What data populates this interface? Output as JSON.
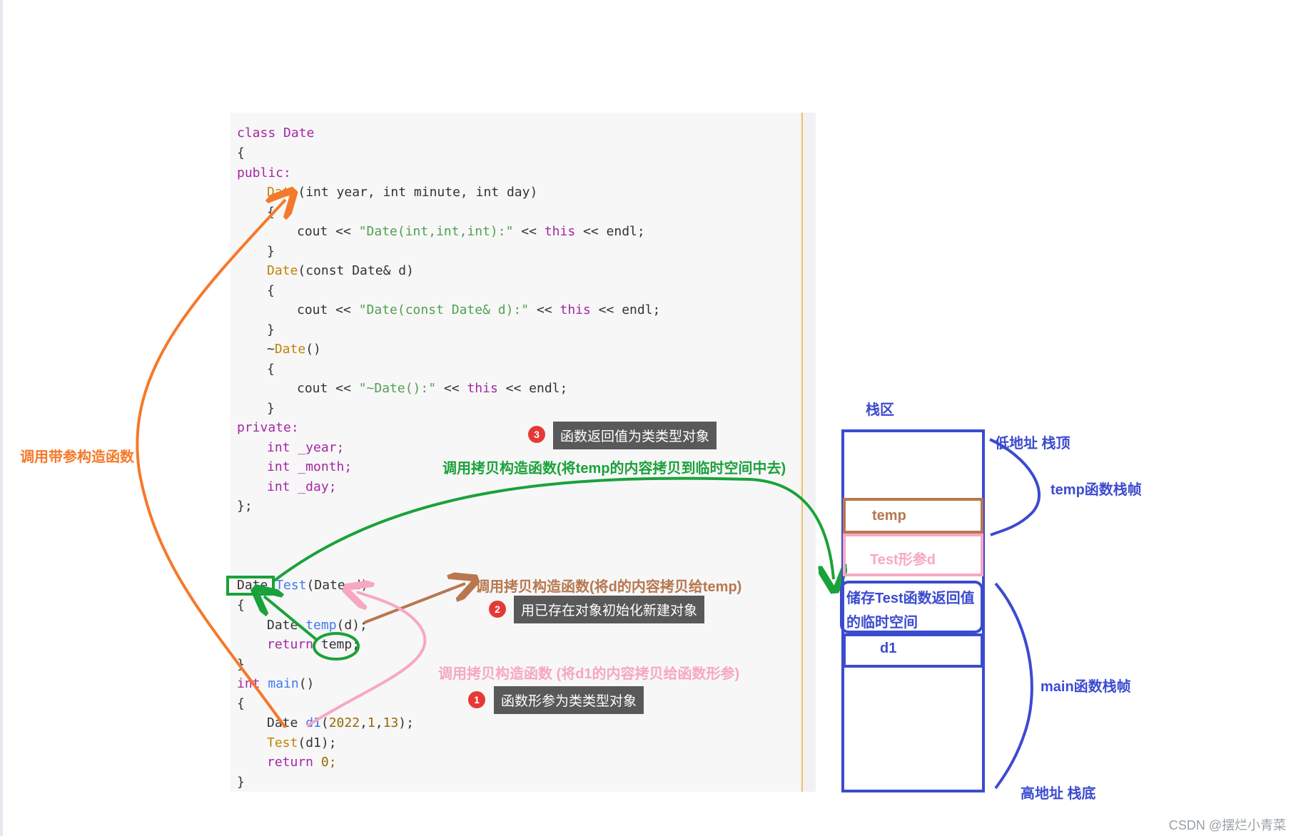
{
  "code": {
    "l01": "class Date",
    "l02": "{",
    "l03": "public:",
    "l04a": "Date",
    "l04b": "(int year, int minute, int day)",
    "l05": "{",
    "l06a": "cout << ",
    "l06b": "\"Date(int,int,int):\"",
    "l06c": " << ",
    "l06d": "this",
    "l06e": " << endl;",
    "l07": "}",
    "l08a": "Date",
    "l08b": "(const Date& d)",
    "l09": "{",
    "l10a": "cout << ",
    "l10b": "\"Date(const Date& d):\"",
    "l10c": " << ",
    "l10d": "this",
    "l10e": " << endl;",
    "l11": "}",
    "l12a": "~",
    "l12b": "Date",
    "l12c": "()",
    "l13": "{",
    "l14a": "cout << ",
    "l14b": "\"~Date():\"",
    "l14c": " << ",
    "l14d": "this",
    "l14e": " << endl;",
    "l15": "}",
    "l16": "private:",
    "l17": "int _year;",
    "l18": "int _month;",
    "l19": "int _day;",
    "l20": "};",
    "l21a": "Date ",
    "l21b": "Test",
    "l21c": "(Date d)",
    "l22": "{",
    "l23a": "Date ",
    "l23b": "temp",
    "l23c": "(d);",
    "l24a": "return",
    "l24b": " temp;",
    "l25": "}",
    "l26a": "int",
    "l26b": " main",
    "l26c": "()",
    "l27": "{",
    "l28a": "Date ",
    "l28b": "d1",
    "l28c": "(",
    "l28d": "2022",
    "l28e": ",",
    "l28f": "1",
    "l28g": ",",
    "l28h": "13",
    "l28i": ");",
    "l29a": "Test",
    "l29b": "(d1);",
    "l30a": "return",
    "l30b": " 0;",
    "l31": "}"
  },
  "annotations": {
    "left_orange": "调用带参构造函数",
    "green_top": "调用拷贝构造函数(将temp的内容拷贝到临时空间中去)",
    "brown_mid": "调用拷贝构造函数(将d的内容拷贝给temp)",
    "pink_low": "调用拷贝构造函数 (将d1的内容拷贝给函数形参)"
  },
  "tags": [
    {
      "num": "3",
      "text": "函数返回值为类类型对象"
    },
    {
      "num": "2",
      "text": "用已存在对象初始化新建对象"
    },
    {
      "num": "1",
      "text": "函数形参为类类型对象"
    }
  ],
  "stack": {
    "title": "栈区",
    "low": "低地址 栈顶",
    "high": "高地址 栈底",
    "temp_frame": "temp函数栈帧",
    "main_frame": "main函数栈帧",
    "box_temp": "temp",
    "box_param": "Test形参d",
    "box_ret_line1": "储存Test函数返回值",
    "box_ret_line2": "的临时空间",
    "box_d1": "d1"
  },
  "colors": {
    "orange": "#f5792a",
    "green": "#1aa23a",
    "brown": "#b8774f",
    "pink": "#f7a7c4",
    "blue": "#3b4bcf",
    "red_dot": "#e53935",
    "tag_bg": "#595959"
  },
  "watermark": "CSDN @摆烂小青菜"
}
